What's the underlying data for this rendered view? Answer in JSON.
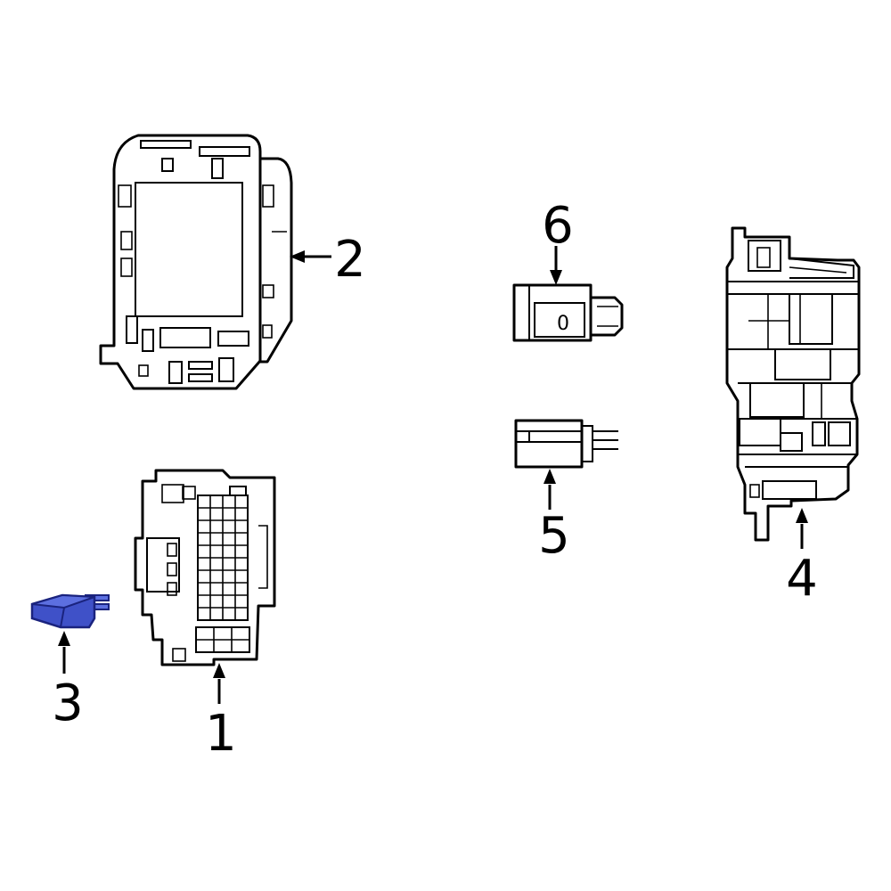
{
  "callouts": [
    {
      "id": "1",
      "label": "1"
    },
    {
      "id": "2",
      "label": "2"
    },
    {
      "id": "3",
      "label": "3"
    },
    {
      "id": "4",
      "label": "4"
    },
    {
      "id": "5",
      "label": "5"
    },
    {
      "id": "6",
      "label": "6"
    }
  ],
  "part6_marking": "0",
  "colors": {
    "line": "#000000",
    "background": "#ffffff",
    "highlight_fill": "#3f51c8",
    "highlight_top": "#5c6fe0",
    "highlight_outline": "#1a237e"
  }
}
